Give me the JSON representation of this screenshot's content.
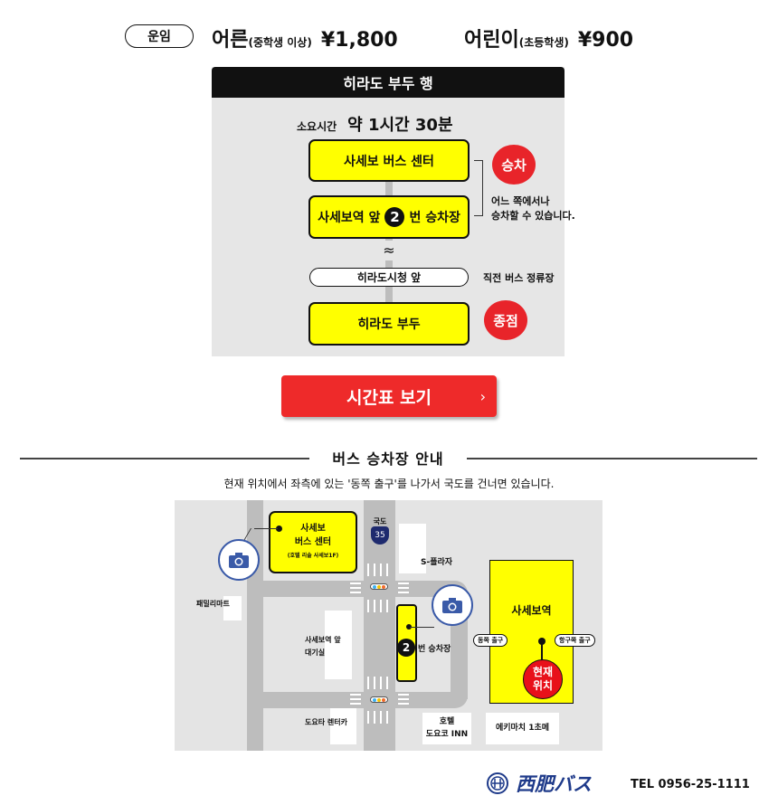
{
  "fare": {
    "label": "운임",
    "adult": "어른",
    "adult_note": "(중학생 이상)",
    "adult_price": "¥1,800",
    "child": "어린이",
    "child_note": "(초등학생)",
    "child_price": "¥900"
  },
  "route": {
    "title": "히라도 부두 행",
    "duration_label": "소요시간",
    "duration": "약 1시간 30분",
    "stops": {
      "s1": "사세보 버스 센터",
      "s2a": "사세보역 앞",
      "s2num": "2",
      "s2b": "번 승차장",
      "s3": "히라도시청 앞",
      "s4": "히라도 부두"
    },
    "board_badge": "승차",
    "board_note_1": "어느 쪽에서나",
    "board_note_2": "승차할 수 있습니다.",
    "prev_stop_note": "직전 버스 정류장",
    "end_badge": "종점",
    "wave": "≈"
  },
  "timetable_button": "시간표 보기",
  "guide": {
    "title": "버스 승차장 안내",
    "desc": "현재 위치에서 좌측에 있는 '동쪽 출구'를 나가서 국도를 건너면 있습니다."
  },
  "map": {
    "bus_center_1": "사세보",
    "bus_center_2": "버스 센터",
    "bus_center_3": "(호텔 리솔 사세보1F)",
    "route_label": "국도",
    "route_num": "35",
    "splaza": "S-플라자",
    "familymart": "패밀리마트",
    "waiting_1": "사세보역 앞",
    "waiting_2": "대기실",
    "stop_num": "2",
    "stop_label": "번 승차장",
    "station": "사세보역",
    "east_exit": "동쪽 출구",
    "port_exit": "항구쪽 출구",
    "here_1": "현재",
    "here_2": "위치",
    "toyota": "도요타 렌터카",
    "hotel_1": "호텔",
    "hotel_2": "도요코 INN",
    "ekimachi": "에키마치 1초메"
  },
  "footer": {
    "logo": "西肥バス",
    "tel": "TEL 0956-25-1111"
  },
  "colors": {
    "yellow": "#ffff00",
    "red": "#e8242a",
    "logo_blue": "#1e3a8a",
    "camera_blue": "#3a5aa8"
  }
}
